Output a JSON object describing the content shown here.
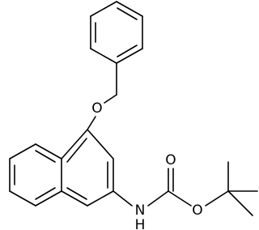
{
  "molecule": {
    "atoms": {
      "ether_oxygen": "O",
      "carbonyl_oxygen": "O",
      "ester_oxygen": "O",
      "amide_nitrogen": "N",
      "amide_hydrogen": "H"
    }
  }
}
